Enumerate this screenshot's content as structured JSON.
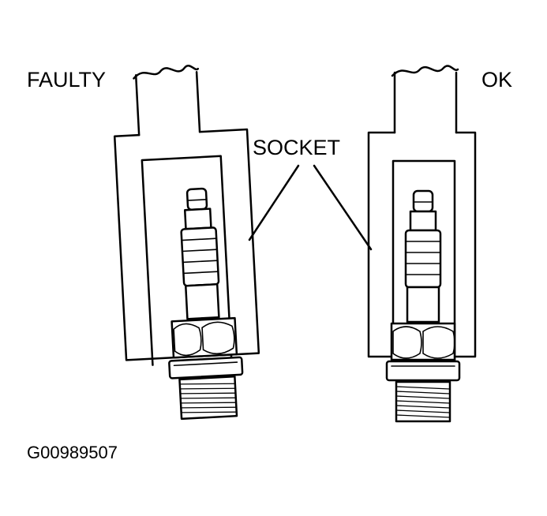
{
  "labels": {
    "faulty": "FAULTY",
    "ok": "OK",
    "socket": "SOCKET",
    "figure_code": "G00989507"
  },
  "colors": {
    "line": "#000000",
    "background": "#ffffff"
  }
}
